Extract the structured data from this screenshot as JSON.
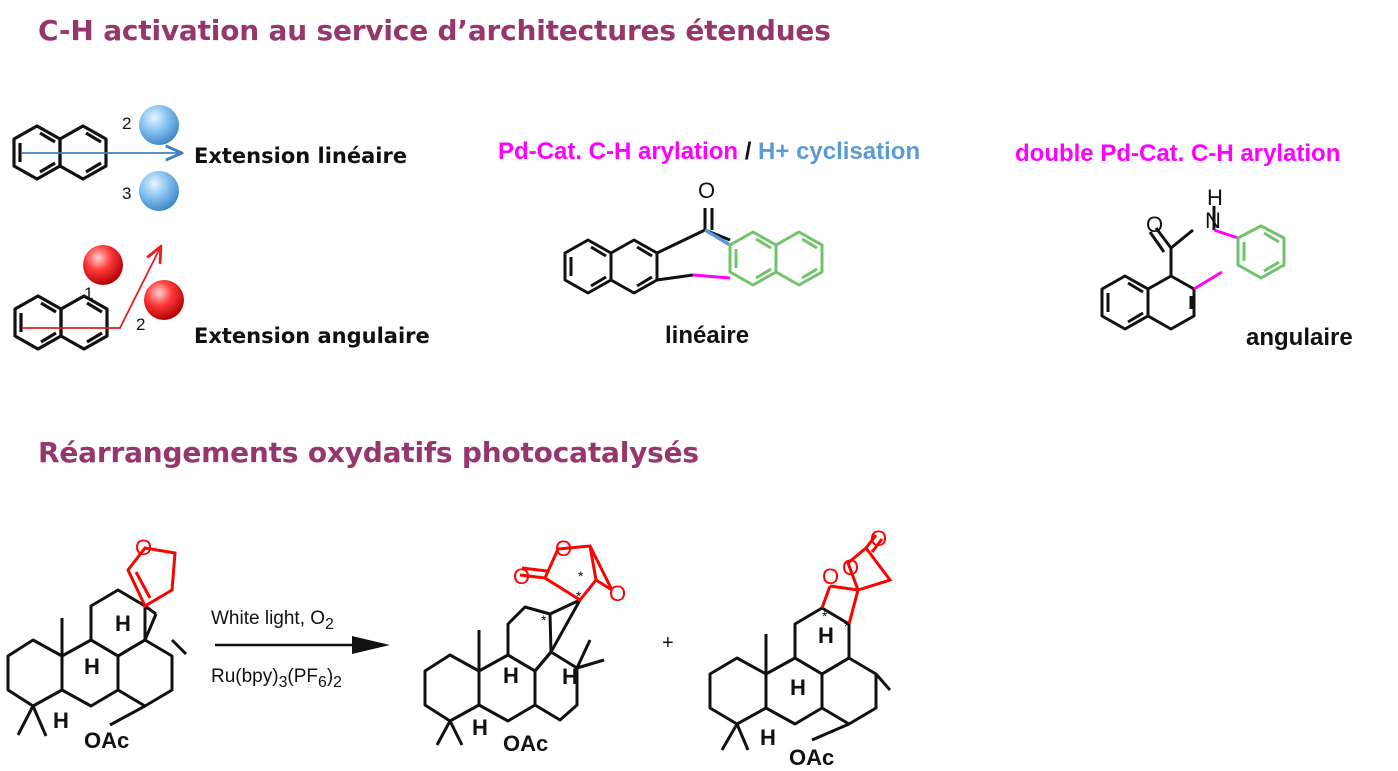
{
  "section1": {
    "title": "C-H activation au service d’architectures étendues",
    "linear_label": "Extension linéaire",
    "angular_label": "Extension angulaire",
    "pos": {
      "p2": "2",
      "p3": "3",
      "a1": "1",
      "a2": "2"
    },
    "route1": {
      "part1": "Pd-Cat. C-H arylation",
      "sep": " / ",
      "part2": "H+ cyclisation"
    },
    "route2": "double Pd-Cat. C-H arylation",
    "product1_name": "linéaire",
    "product2_name": "angulaire",
    "atoms": {
      "O": "O",
      "N": "N",
      "H": "H"
    }
  },
  "section2": {
    "title": "Réarrangements oxydatifs photocatalysés",
    "conditions_line1": {
      "text": "White light, O",
      "sub": "2"
    },
    "conditions_line2": {
      "a": "Ru(bpy)",
      "s1": "3",
      "b": "(PF",
      "s2": "6",
      "c": ")",
      "s3": "2"
    },
    "plus": "+",
    "oac": "OAc",
    "star": "*"
  },
  "colors": {
    "title": "#95366d",
    "magenta": "#ff00ff",
    "blue": "#5b9bd5",
    "green": "#70c36b",
    "red": "#ff0000",
    "black": "#111111"
  }
}
